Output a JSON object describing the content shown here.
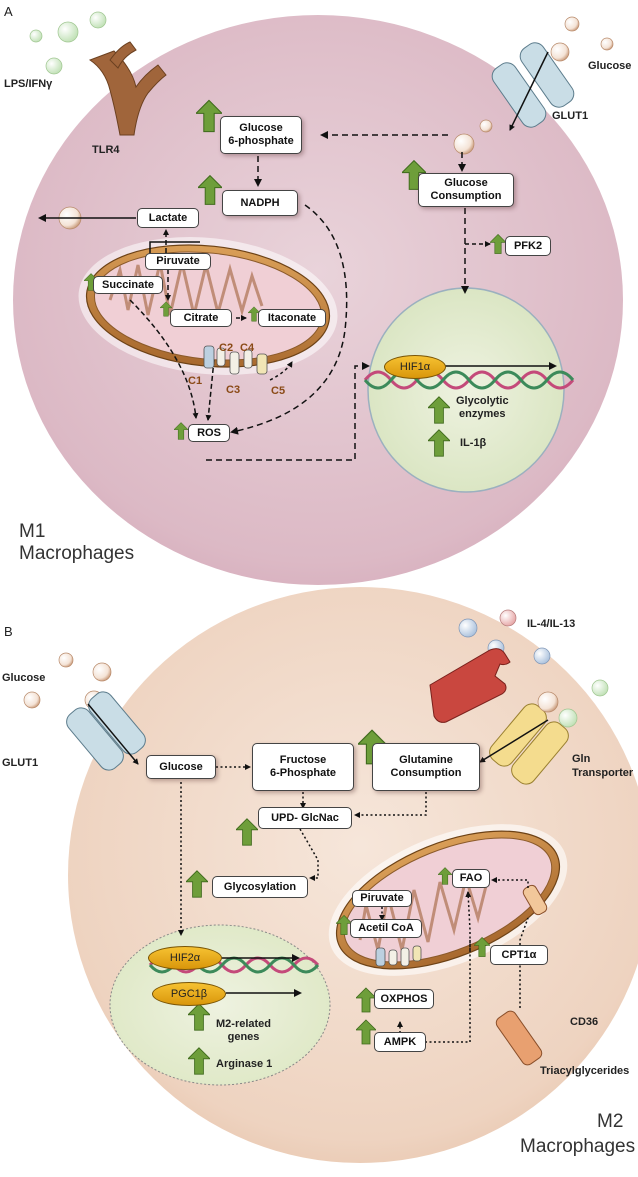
{
  "panel_a": {
    "panel_label": "A",
    "ligand_label": "LPS/IFNγ",
    "receptor_label": "TLR4",
    "glucose_label": "Glucose",
    "transporter_label": "GLUT1",
    "glucose6p": "Glucose\n6-phosphate",
    "nadph": "NADPH",
    "glucose_consumption": "Glucose\nConsumption",
    "lactate": "Lactate",
    "pfk2": "PFK2",
    "piruvate": "Piruvate",
    "succinate": "Succinate",
    "citrate": "Citrate",
    "itaconate": "Itaconate",
    "complexes": [
      "C1",
      "C2",
      "C3",
      "C4",
      "C5"
    ],
    "ros": "ROS",
    "hif1a": "HIF1α",
    "glycolytic_enzymes": "Glycolytic\nenzymes",
    "il1b": "IL-1β",
    "title_line1": "M1",
    "title_line2": "Macrophages"
  },
  "panel_b": {
    "panel_label": "B",
    "glucose_label": "Glucose",
    "transporter_label": "GLUT1",
    "cytokine_label": "IL-4/IL-13",
    "gln_transporter_label": "Gln\nTransporter",
    "glucose_box": "Glucose",
    "fructose6p": "Fructose\n6-Phosphate",
    "glutamine_consumption": "Glutamine\nConsumption",
    "udp_glcnac": "UPD- GlcNac",
    "glycosylation": "Glycosylation",
    "piruvate": "Piruvate",
    "acetil_coa": "Acetil CoA",
    "fao": "FAO",
    "cpt1a": "CPT1α",
    "oxphos": "OXPHOS",
    "ampk": "AMPK",
    "cd36": "CD36",
    "triacylglycerides": "Triacylglycerides",
    "hif2a": "HIF2α",
    "pgc1b": "PGC1β",
    "m2_genes": "M2-related\ngenes",
    "arginase": "Arginase 1",
    "title_line1": "M2",
    "title_line2": "Macrophages"
  },
  "colors": {
    "m1_cell": "#e8d0d8",
    "m2_cell": "#f3e1d3",
    "nucleus": "#e4ecd3",
    "arrow_green": "#6e9e3a",
    "glut_blue": "#c9dde6",
    "tlr4_brown": "#a0653b",
    "il4_receptor_red": "#c9473f",
    "gln_transporter_yellow": "#f4dc8e",
    "hif_gold": "#e8b020"
  }
}
